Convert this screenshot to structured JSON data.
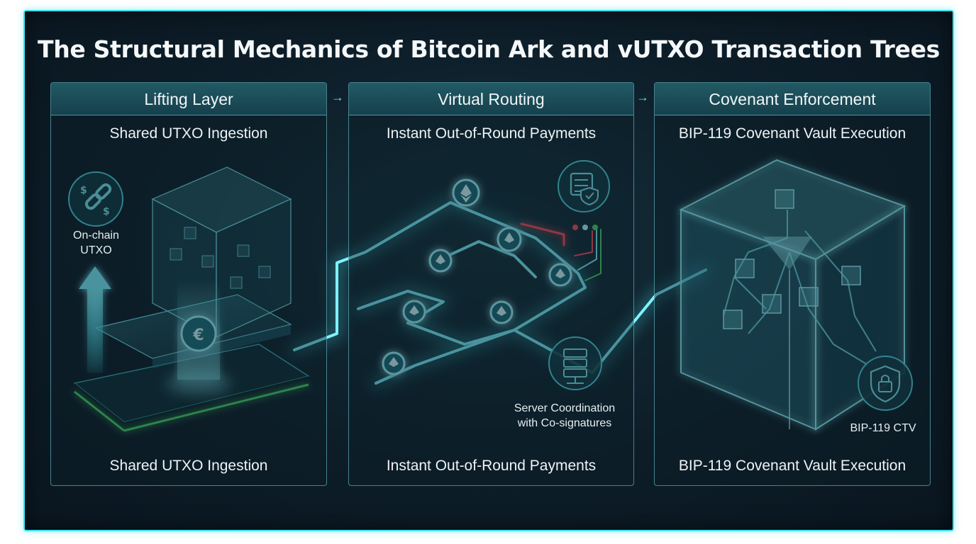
{
  "title": "The Structural Mechanics of Bitcoin Ark and vUTXO Transaction Trees",
  "panels": [
    {
      "heading": "Lifting Layer",
      "subtitle_top": "Shared UTXO Ingestion",
      "subtitle_bottom": "Shared UTXO Ingestion",
      "annotation": "On-chain\nUTXO"
    },
    {
      "heading": "Virtual Routing",
      "subtitle_top": "Instant Out-of-Round Payments",
      "subtitle_bottom": "Instant Out-of-Round Payments",
      "annotation": "Server Coordination\nwith Co-signatures"
    },
    {
      "heading": "Covenant Enforcement",
      "subtitle_top": "BIP-119 Covenant Vault Execution",
      "subtitle_bottom": "BIP-119 Covenant Vault Execution",
      "annotation": "BIP-119 CTV"
    }
  ],
  "colors": {
    "frame_border": "#3fe3f0",
    "background": "#0d1d28",
    "glow": "#46e6f0",
    "alert_red": "#ff4b5c",
    "ok_green": "#4bd66a"
  },
  "icons": [
    "dollar-chain-link-icon",
    "euro-coin-icon",
    "ethereum-coin-icon",
    "server-shield-icon",
    "server-icon",
    "padlock-shield-icon"
  ]
}
